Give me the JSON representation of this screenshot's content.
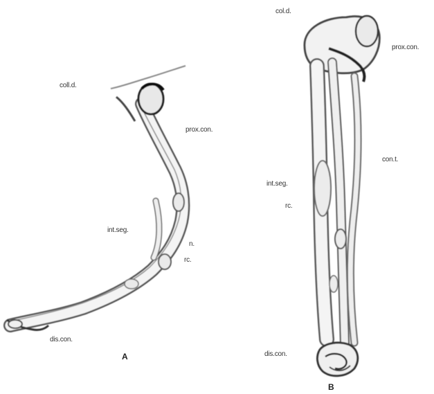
{
  "panel_a": {
    "letter": "A",
    "labels": {
      "coll_d": "coll.d.",
      "prox_con": "prox.con.",
      "int_seg": "int.seg.",
      "n": "n.",
      "rc": "rc.",
      "dis_con": "dis.con."
    }
  },
  "panel_b": {
    "letter": "B",
    "labels": {
      "coll_d": "col.d.",
      "prox_con": "prox.con.",
      "con_t": "con.t.",
      "int_seg": "int.seg.",
      "rc": "rc.",
      "dis_con": "dis.con."
    }
  },
  "colors": {
    "ink": "#333333",
    "tubule_fill": "#f4f4f4",
    "shadow": "#7a7a7a"
  }
}
